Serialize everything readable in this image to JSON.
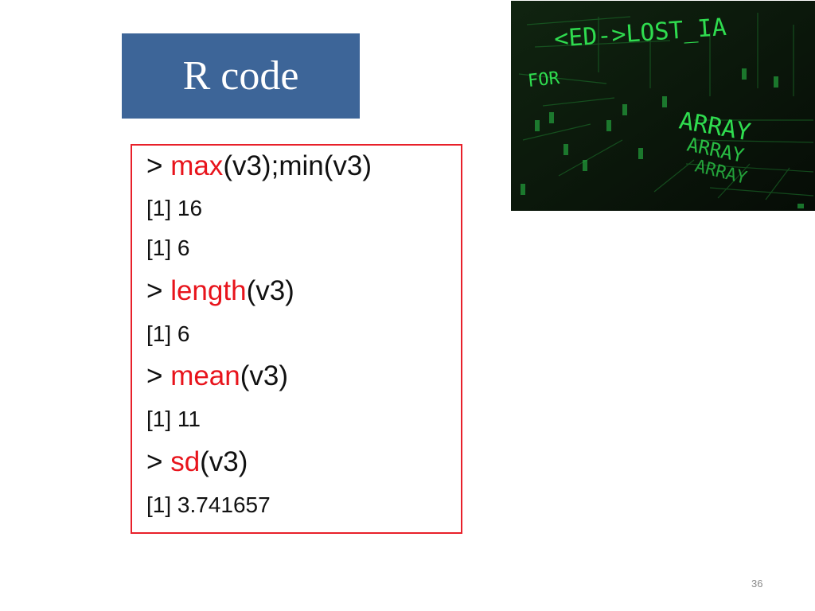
{
  "slide": {
    "title": "R code",
    "page_number": "36"
  },
  "console": {
    "prompt": ">",
    "lines": [
      {
        "kind": "command",
        "function": "max",
        "rest": "(v3);min(v3)"
      },
      {
        "kind": "output",
        "text": "[1] 16"
      },
      {
        "kind": "output",
        "text": "[1] 6"
      },
      {
        "kind": "command",
        "function": "length",
        "rest": "(v3)"
      },
      {
        "kind": "output",
        "text": "[1] 6"
      },
      {
        "kind": "command",
        "function": "mean",
        "rest": "(v3)"
      },
      {
        "kind": "output",
        "text": "[1] 11"
      },
      {
        "kind": "command",
        "function": "sd",
        "rest": "(v3)"
      },
      {
        "kind": "output",
        "text": "[1] 3.741657"
      }
    ]
  },
  "image": {
    "icon": "matrix-code-photo",
    "text_fragments": [
      "<ED->LOST_IA",
      "FOR",
      "ARRAY",
      "ARRAY",
      "ARRAY"
    ]
  },
  "colors": {
    "title_background": "#3d6598",
    "box_border": "#e8202a",
    "function_name": "#e8141c",
    "matrix_green": "#2fdc4f"
  }
}
